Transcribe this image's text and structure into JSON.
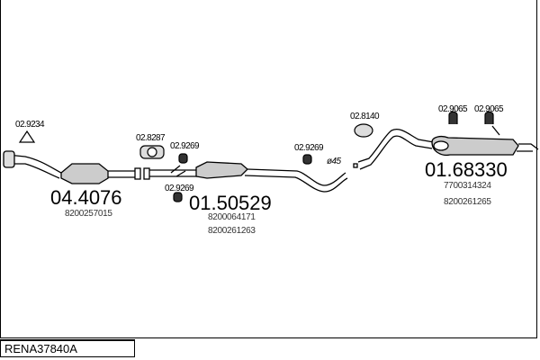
{
  "diagram_code": "RENA37840A",
  "parts": {
    "front_gasket": "02.9234",
    "catalyst": {
      "number": "04.4076",
      "oem": [
        "8200257015"
      ]
    },
    "clamp": "02.8287",
    "mount_a": "02.9269",
    "mount_b": "02.9269",
    "mount_c": "02.9269",
    "mid_muffler": {
      "number": "01.50529",
      "oem": [
        "8200064171",
        "8200261263"
      ]
    },
    "pipe_diameter": "ø45",
    "hanger_mid": "02.8140",
    "hanger_rear_a": "02.9065",
    "hanger_rear_b": "02.9065",
    "rear_muffler": {
      "number": "01.68330",
      "oem": [
        "7700314324",
        "8200261265"
      ]
    }
  }
}
